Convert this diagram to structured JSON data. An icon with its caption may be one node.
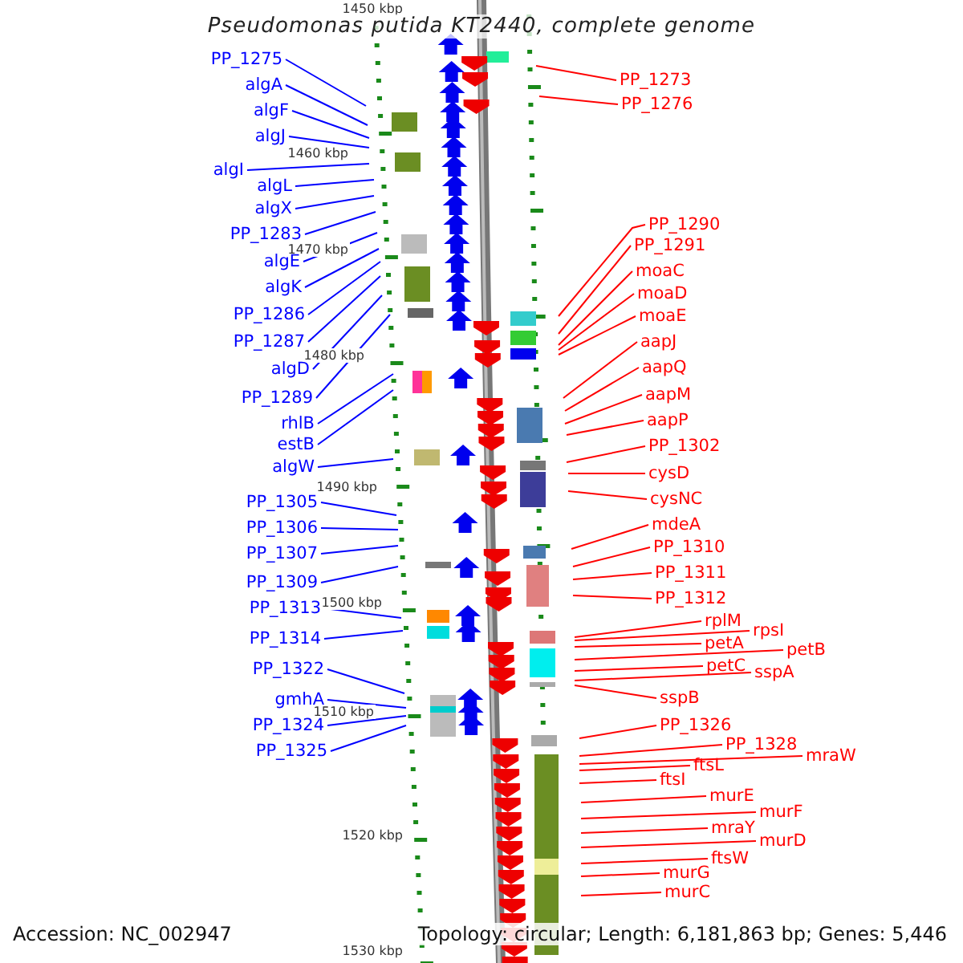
{
  "diagram": {
    "title": "Pseudomonas putida KT2440, complete genome",
    "nodes": [
      {
        "text": [
          "PP_1275"
        ]
      },
      {
        "text": [
          "algA"
        ]
      },
      {
        "text": [
          "algF"
        ]
      },
      {
        "text": [
          "algJ"
        ]
      },
      {
        "text": [
          "algI"
        ]
      },
      {
        "text": [
          "algL"
        ]
      },
      {
        "text": [
          "algX"
        ]
      },
      {
        "text": [
          "PP_1283"
        ]
      },
      {
        "text": [
          "algE"
        ]
      },
      {
        "text": [
          "algK"
        ]
      },
      {
        "text": [
          "PP_1286"
        ]
      },
      {
        "text": [
          "PP_1287"
        ]
      },
      {
        "text": [
          "algD"
        ]
      },
      {
        "text": [
          "PP_1289"
        ]
      },
      {
        "text": [
          "rhlB"
        ]
      },
      {
        "text": [
          "estB"
        ]
      },
      {
        "text": [
          "algW"
        ]
      },
      {
        "text": [
          "PP_1305"
        ]
      },
      {
        "text": [
          "PP_1306"
        ]
      },
      {
        "text": [
          "PP_1307"
        ]
      },
      {
        "text": [
          "PP_1309"
        ]
      },
      {
        "text": [
          "PP_1313"
        ]
      },
      {
        "text": [
          "PP_1314"
        ]
      },
      {
        "text": [
          "PP_1322"
        ]
      },
      {
        "text": [
          "gmhA"
        ]
      },
      {
        "text": [
          "PP_1324"
        ]
      },
      {
        "text": [
          "PP_1325"
        ]
      },
      {
        "text": [
          "PP_1273"
        ]
      },
      {
        "text": [
          "PP_1276"
        ]
      },
      {
        "text": [
          "PP_1290"
        ]
      },
      {
        "text": [
          "PP_1291"
        ]
      },
      {
        "text": [
          "moaC"
        ]
      },
      {
        "text": [
          "moaD"
        ]
      },
      {
        "text": [
          "moaE"
        ]
      },
      {
        "text": [
          "aapJ"
        ]
      },
      {
        "text": [
          "aapQ"
        ]
      },
      {
        "text": [
          "aapM"
        ]
      },
      {
        "text": [
          "aapP"
        ]
      },
      {
        "text": [
          "PP_1302"
        ]
      },
      {
        "text": [
          "cysD"
        ]
      },
      {
        "text": [
          "cysNC"
        ]
      },
      {
        "text": [
          "mdeA"
        ]
      },
      {
        "text": [
          "PP_1310"
        ]
      },
      {
        "text": [
          "PP_1311"
        ]
      },
      {
        "text": [
          "PP_1312"
        ]
      },
      {
        "text": [
          "rplM"
        ]
      },
      {
        "text": [
          "rpsI"
        ]
      },
      {
        "text": [
          "petA"
        ]
      },
      {
        "text": [
          "petB"
        ]
      },
      {
        "text": [
          "petC"
        ]
      },
      {
        "text": [
          "sspA"
        ]
      },
      {
        "text": [
          "sspB"
        ]
      },
      {
        "text": [
          "PP_1326"
        ]
      },
      {
        "text": [
          "PP_1328"
        ]
      },
      {
        "text": [
          "mraW"
        ]
      },
      {
        "text": [
          "ftsL"
        ]
      },
      {
        "text": [
          "ftsI"
        ]
      },
      {
        "text": [
          "murE"
        ]
      },
      {
        "text": [
          "murF"
        ]
      },
      {
        "text": [
          "mraY"
        ]
      },
      {
        "text": [
          "murD"
        ]
      },
      {
        "text": [
          "ftsW"
        ]
      },
      {
        "text": [
          "murG"
        ]
      },
      {
        "text": [
          "murC"
        ]
      }
    ],
    "edges": [
      {
        "from": 0,
        "to": null,
        "arrow": "none",
        "color": "#0000ff"
      },
      {
        "from": 1,
        "to": null,
        "arrow": "none",
        "color": "#0000ff"
      },
      {
        "from": 2,
        "to": null,
        "arrow": "none",
        "color": "#0000ff"
      },
      {
        "from": 3,
        "to": null,
        "arrow": "none",
        "color": "#0000ff"
      },
      {
        "from": 4,
        "to": null,
        "arrow": "none",
        "color": "#0000ff"
      },
      {
        "from": 5,
        "to": null,
        "arrow": "none",
        "color": "#0000ff"
      },
      {
        "from": 6,
        "to": null,
        "arrow": "none",
        "color": "#0000ff"
      },
      {
        "from": 7,
        "to": null,
        "arrow": "none",
        "color": "#0000ff"
      },
      {
        "from": 8,
        "to": null,
        "arrow": "none",
        "color": "#0000ff"
      },
      {
        "from": 9,
        "to": null,
        "arrow": "none",
        "color": "#0000ff"
      },
      {
        "from": 10,
        "to": null,
        "arrow": "none",
        "color": "#0000ff"
      },
      {
        "from": 11,
        "to": null,
        "arrow": "none",
        "color": "#0000ff"
      },
      {
        "from": 12,
        "to": null,
        "arrow": "none",
        "color": "#0000ff"
      },
      {
        "from": 13,
        "to": null,
        "arrow": "none",
        "color": "#0000ff"
      },
      {
        "from": 14,
        "to": null,
        "arrow": "none",
        "color": "#0000ff"
      },
      {
        "from": 15,
        "to": null,
        "arrow": "none",
        "color": "#0000ff"
      },
      {
        "from": 16,
        "to": null,
        "arrow": "none",
        "color": "#0000ff"
      },
      {
        "from": 17,
        "to": null,
        "arrow": "none",
        "color": "#0000ff"
      },
      {
        "from": 18,
        "to": null,
        "arrow": "none",
        "color": "#0000ff"
      },
      {
        "from": 19,
        "to": null,
        "arrow": "none",
        "color": "#0000ff"
      },
      {
        "from": 20,
        "to": null,
        "arrow": "none",
        "color": "#0000ff"
      },
      {
        "from": 21,
        "to": null,
        "arrow": "none",
        "color": "#0000ff"
      },
      {
        "from": 22,
        "to": null,
        "arrow": "none",
        "color": "#0000ff"
      },
      {
        "from": 23,
        "to": null,
        "arrow": "none",
        "color": "#0000ff"
      },
      {
        "from": 24,
        "to": null,
        "arrow": "none",
        "color": "#0000ff"
      },
      {
        "from": 25,
        "to": null,
        "arrow": "none",
        "color": "#0000ff"
      },
      {
        "from": 26,
        "to": null,
        "arrow": "none",
        "color": "#0000ff"
      },
      {
        "from": 27,
        "to": null,
        "arrow": "none"
      },
      {
        "from": 28,
        "to": null,
        "arrow": "none"
      },
      {
        "from": 29,
        "to": null,
        "arrow": "none"
      },
      {
        "from": 30,
        "to": null,
        "arrow": "none"
      },
      {
        "from": 31,
        "to": null,
        "arrow": "none"
      },
      {
        "from": 32,
        "to": null,
        "arrow": "none"
      },
      {
        "from": 33,
        "to": null,
        "arrow": "none"
      },
      {
        "from": 34,
        "to": null,
        "arrow": "none"
      },
      {
        "from": 35,
        "to": null,
        "arrow": "none"
      },
      {
        "from": 36,
        "to": null,
        "arrow": "none"
      },
      {
        "from": 37,
        "to": null,
        "arrow": "none"
      },
      {
        "from": 38,
        "to": null,
        "arrow": "none"
      },
      {
        "from": 39,
        "to": null,
        "arrow": "none"
      },
      {
        "from": 40,
        "to": null,
        "arrow": "none"
      },
      {
        "from": 41,
        "to": null,
        "arrow": "none"
      },
      {
        "from": 42,
        "to": null,
        "arrow": "none"
      },
      {
        "from": 43,
        "to": null,
        "arrow": "none"
      },
      {
        "from": 44,
        "to": null,
        "arrow": "none"
      },
      {
        "from": 45,
        "to": null,
        "arrow": "none"
      },
      {
        "from": 46,
        "to": null,
        "arrow": "none"
      },
      {
        "from": 47,
        "to": null,
        "arrow": "none"
      },
      {
        "from": 48,
        "to": null,
        "arrow": "none"
      },
      {
        "from": 49,
        "to": null,
        "arrow": "none"
      },
      {
        "from": 50,
        "to": null,
        "arrow": "none"
      },
      {
        "from": 51,
        "to": null,
        "arrow": "none"
      },
      {
        "from": 52,
        "to": null,
        "arrow": "none"
      },
      {
        "from": 53,
        "to": null,
        "arrow": "none"
      },
      {
        "from": 54,
        "to": null,
        "arrow": "none"
      },
      {
        "from": 55,
        "to": null,
        "arrow": "none"
      },
      {
        "from": 56,
        "to": null,
        "arrow": "none"
      },
      {
        "from": 57,
        "to": null,
        "arrow": "none"
      },
      {
        "from": 58,
        "to": null,
        "arrow": "none"
      },
      {
        "from": 59,
        "to": null,
        "arrow": "none"
      },
      {
        "from": 60,
        "to": null,
        "arrow": "none"
      },
      {
        "from": 61,
        "to": null,
        "arrow": "none"
      },
      {
        "from": 62,
        "to": null,
        "arrow": "none"
      },
      {
        "from": 63,
        "to": null,
        "arrow": "none"
      }
    ],
    "labels": [
      "1450 kbp",
      "1460 kbp",
      "1470 kbp",
      "1480 kbp",
      "1490 kbp",
      "1500 kbp",
      "1510 kbp",
      "1520 kbp",
      "Accession: NC_002947",
      "Topology: circular; Length: 6,181,863 bp; Genes: 5,446",
      "1530 kbp"
    ]
  }
}
